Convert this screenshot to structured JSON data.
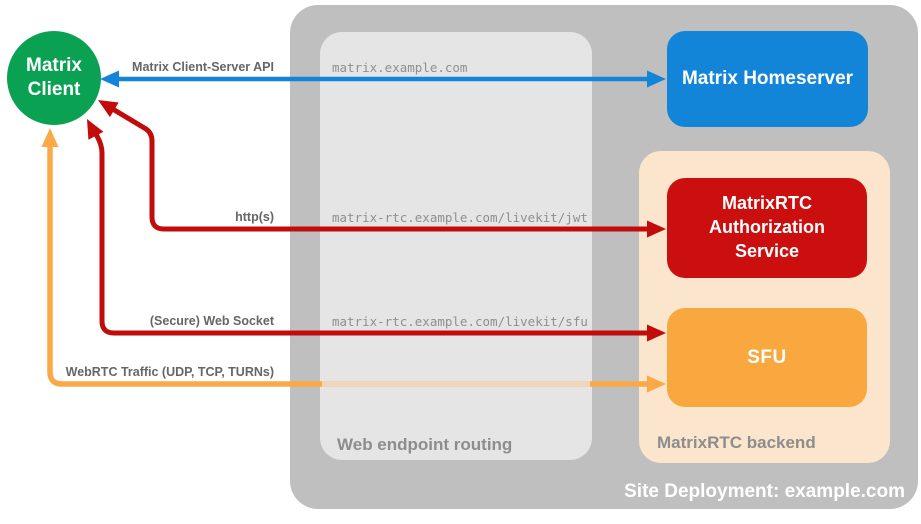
{
  "colors": {
    "gray_container": "#bfbfbf",
    "gray_light_box": "#e5e5e5",
    "peach": "#fce5cd",
    "blue": "#1285d9",
    "red_box": "#cb0e0e",
    "red_arrow": "#c20b0b",
    "orange": "#f8a83e",
    "orange_arrow": "#f9a946",
    "orange_faint": "#eed7ba",
    "green": "#0ba153",
    "gray_label_text": "#666666",
    "gray_mono_text": "#8f8f8f",
    "gray_section_text": "#8d8d8d"
  },
  "client": {
    "line1": "Matrix",
    "line2": "Client"
  },
  "homeserver": {
    "label": "Matrix Homeserver"
  },
  "auth_service": {
    "line1": "MatrixRTC",
    "line2": "Authorization",
    "line3": "Service"
  },
  "sfu": {
    "label": "SFU"
  },
  "containers": {
    "site_label": "Site Deployment: example.com",
    "routing_label": "Web endpoint routing",
    "backend_label": "MatrixRTC backend"
  },
  "connections": [
    {
      "label": "Matrix Client-Server API",
      "endpoint": "matrix.example.com"
    },
    {
      "label": "http(s)",
      "endpoint": "matrix-rtc.example.com/livekit/jwt"
    },
    {
      "label": "(Secure) Web Socket",
      "endpoint": "matrix-rtc.example.com/livekit/sfu"
    },
    {
      "label": "WebRTC Traffic (UDP, TCP, TURNs)",
      "endpoint": ""
    }
  ]
}
